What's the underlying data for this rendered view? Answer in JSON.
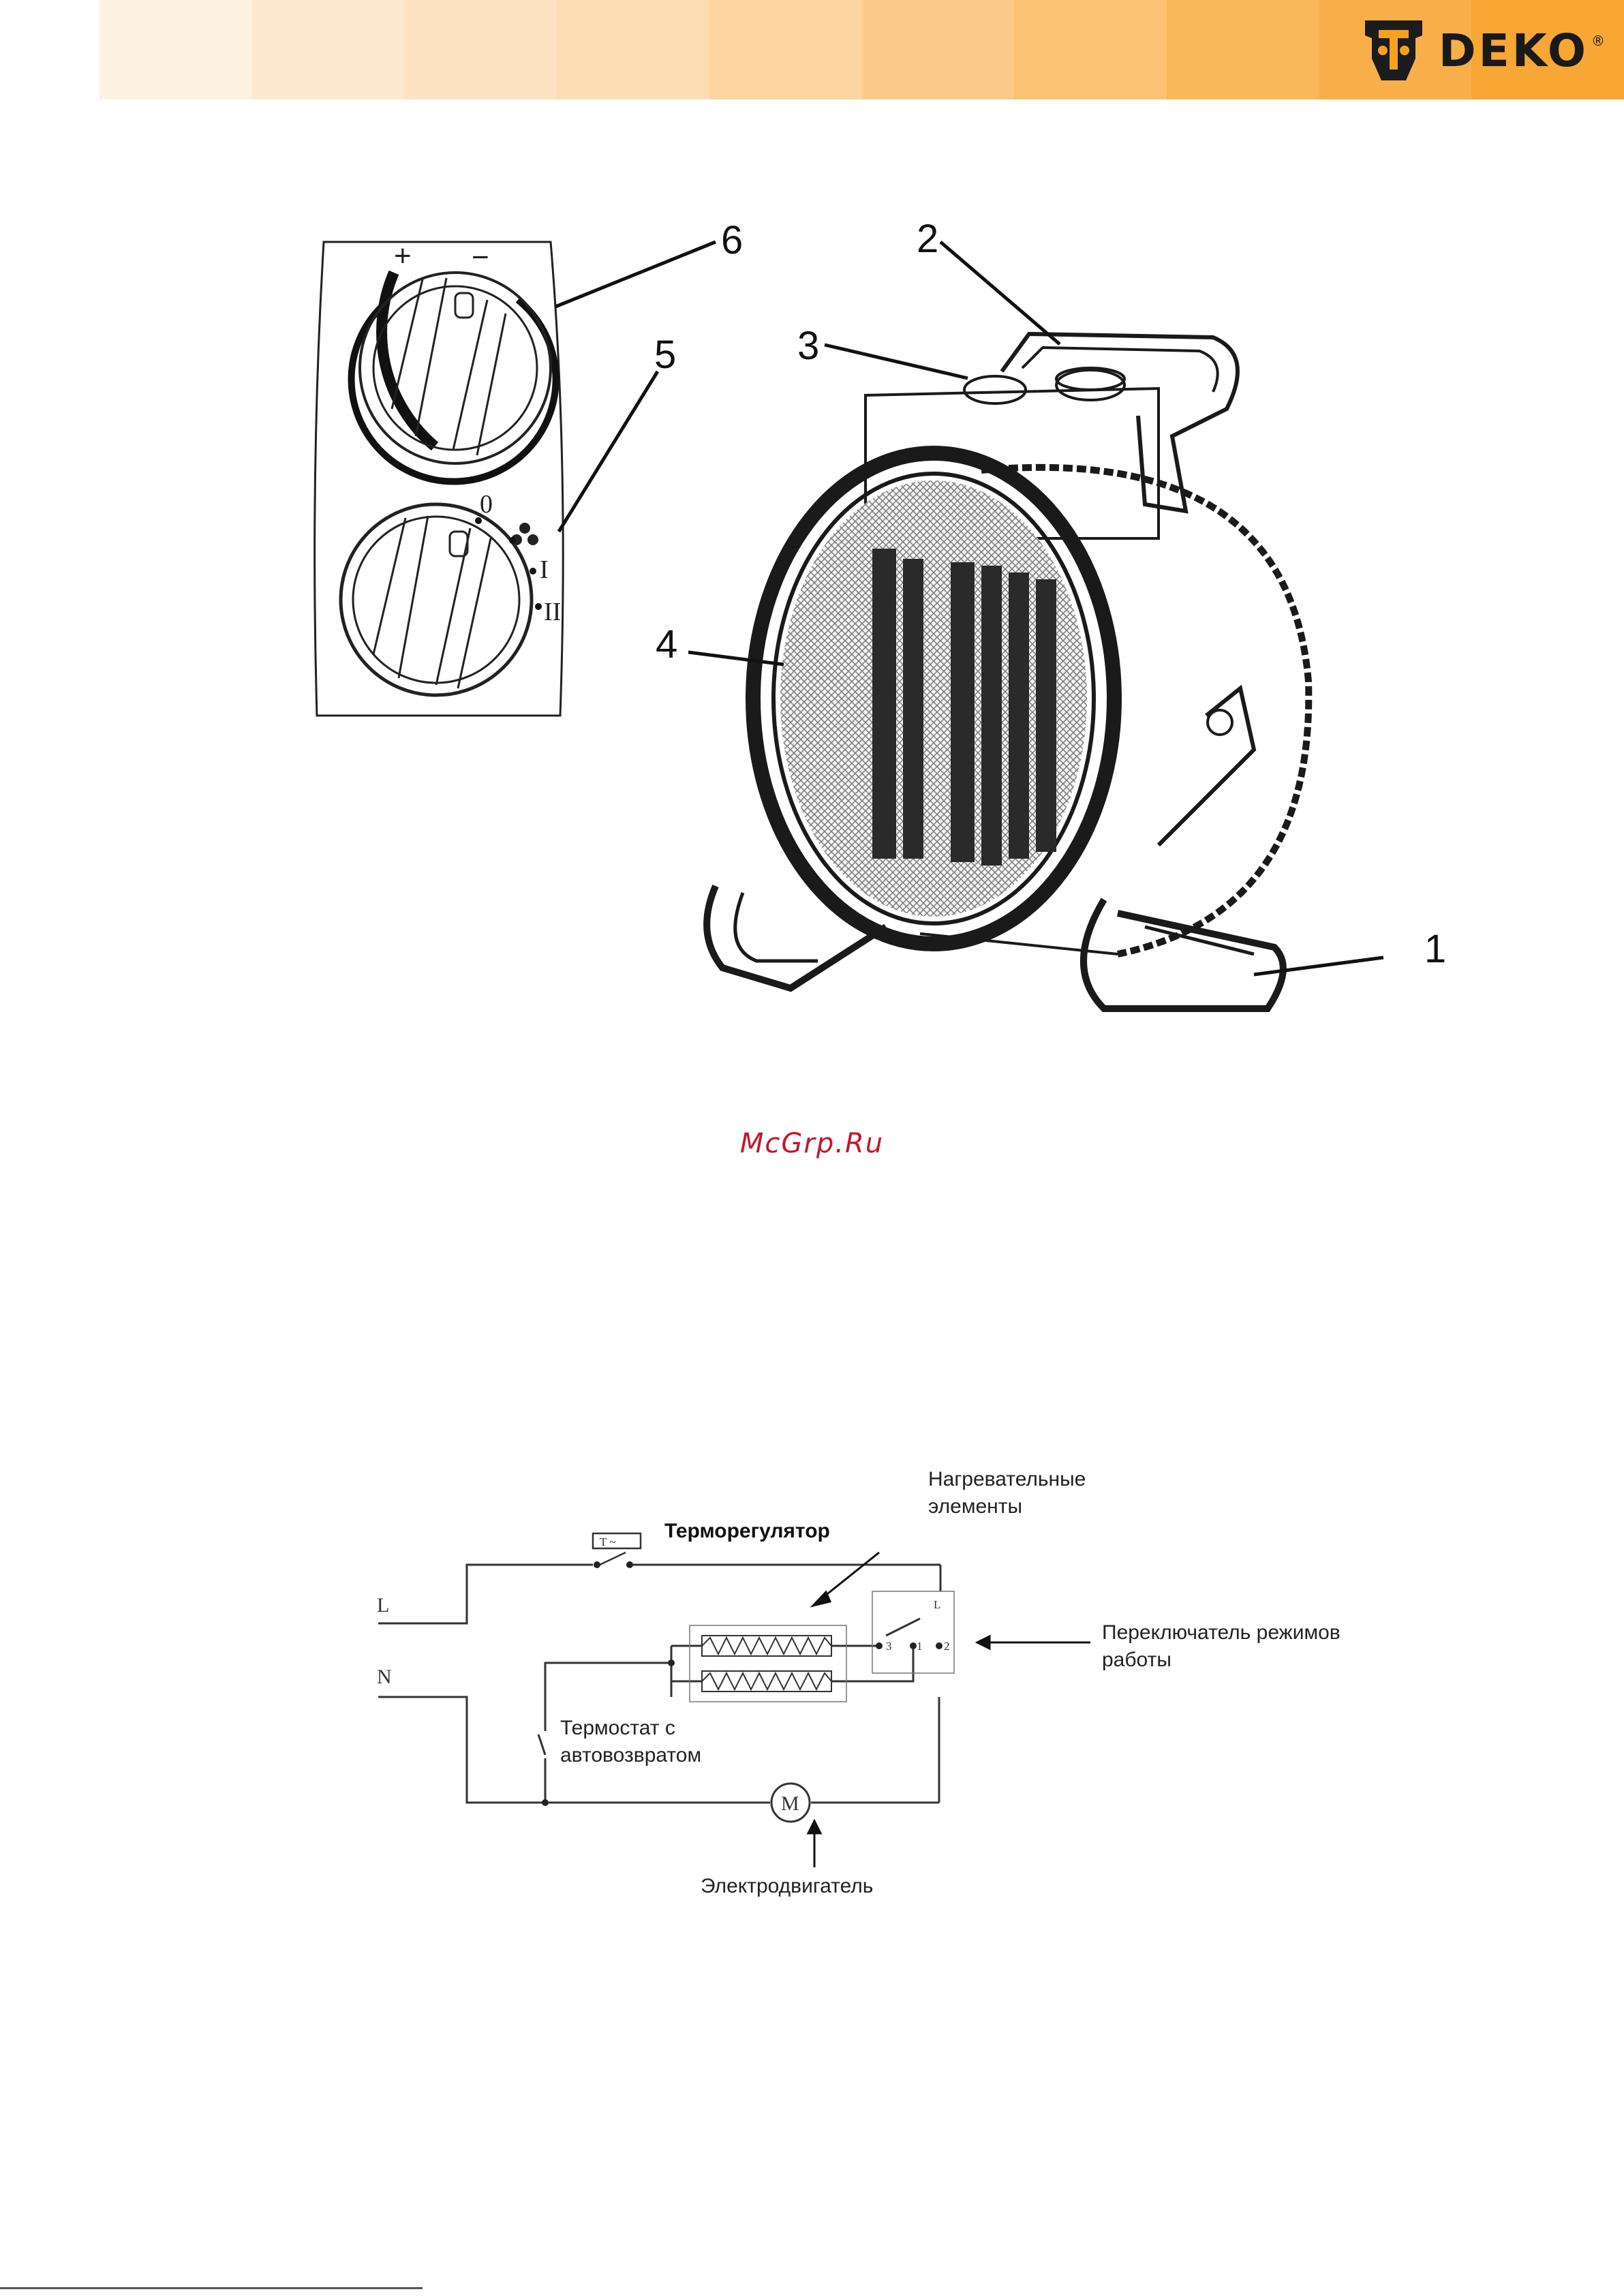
{
  "header": {
    "brand": "DEKO",
    "trademark": "®",
    "band_colors": [
      "#fdf1e2",
      "#fde9cf",
      "#fde3c2",
      "#fcdcb1",
      "#fcd5a0",
      "#fbcb89",
      "#fbc273",
      "#fab85c",
      "#f9af49",
      "#f8a634"
    ]
  },
  "figure": {
    "callouts": [
      "1",
      "2",
      "3",
      "4",
      "5",
      "6"
    ],
    "dial_plus": "+",
    "dial_minus": "−",
    "mode_zero": "0",
    "mode_one": "I",
    "mode_two": "II"
  },
  "watermark": "McGrp.Ru",
  "scheme": {
    "line_L": "L",
    "line_N": "N",
    "thermoregulator": "Терморегулятор",
    "heating_elements_1": "Нагревательные",
    "heating_elements_2": "элементы",
    "mode_switch_1": "Переключатель режимов",
    "mode_switch_2": "работы",
    "thermostat_1": "Термостат с",
    "thermostat_2": "автовозвратом",
    "motor_label": "Электродвигатель",
    "motor_symbol": "M",
    "switch_pos_3": "3",
    "switch_pos_1": "1",
    "switch_pos_2": "2",
    "switch_pos_L": "L",
    "thermoregulator_tag": "T ~"
  }
}
